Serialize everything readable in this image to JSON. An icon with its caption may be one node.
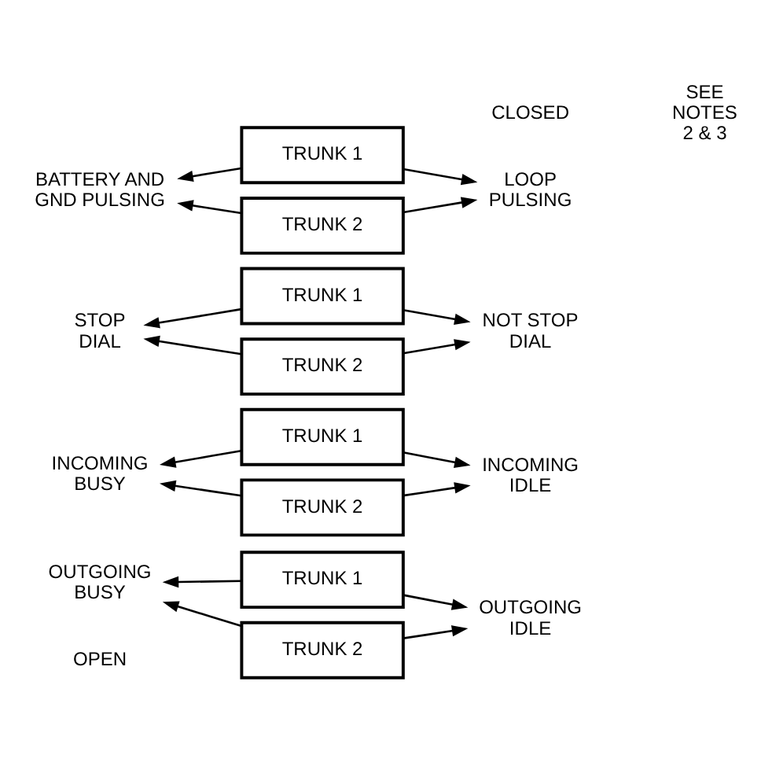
{
  "diagram": {
    "nodes": [
      {
        "text": [
          "OUTGOING BUSY"
        ]
      },
      {
        "text": [
          "TRUNK 1"
        ]
      },
      {
        "text": [
          "TRUNK 2"
        ]
      },
      {
        "text": [
          "OUTGOING IDLE"
        ]
      },
      {
        "text": [
          "INCOMING BUSY"
        ]
      },
      {
        "text": [
          "TRUNK 1"
        ]
      },
      {
        "text": [
          "TRUNK 2"
        ]
      },
      {
        "text": [
          "INCOMING IDLE"
        ]
      },
      {
        "text": [
          "STOP DIAL"
        ]
      },
      {
        "text": [
          "TRUNK 1"
        ]
      },
      {
        "text": [
          "TRUNK 2"
        ]
      },
      {
        "text": [
          "NOT STOP DIAL"
        ]
      },
      {
        "text": [
          "BATTERY AND GND PULSING"
        ]
      },
      {
        "text": [
          "TRUNK 1"
        ]
      },
      {
        "text": [
          "TRUNK 2"
        ]
      },
      {
        "text": [
          "LOOP PULSING"
        ]
      }
    ],
    "edges": [
      {
        "from": 1,
        "to": 0,
        "arrow": "to"
      },
      {
        "from": 1,
        "to": 3,
        "arrow": "to"
      },
      {
        "from": 2,
        "to": 0,
        "arrow": "to"
      },
      {
        "from": 2,
        "to": 3,
        "arrow": "to"
      },
      {
        "from": 5,
        "to": 4,
        "arrow": "to"
      },
      {
        "from": 5,
        "to": 7,
        "arrow": "to"
      },
      {
        "from": 6,
        "to": 4,
        "arrow": "to"
      },
      {
        "from": 6,
        "to": 7,
        "arrow": "to"
      },
      {
        "from": 9,
        "to": 8,
        "arrow": "to"
      },
      {
        "from": 9,
        "to": 11,
        "arrow": "to"
      },
      {
        "from": 10,
        "to": 8,
        "arrow": "to"
      },
      {
        "from": 10,
        "to": 11,
        "arrow": "to"
      },
      {
        "from": 13,
        "to": 12,
        "arrow": "to"
      },
      {
        "from": 13,
        "to": 15,
        "arrow": "to"
      },
      {
        "from": 14,
        "to": 12,
        "arrow": "to"
      },
      {
        "from": 14,
        "to": 15,
        "arrow": "to"
      }
    ],
    "labels": [
      "OPEN",
      "CLOSED",
      "SEE NOTES 2 & 3"
    ]
  }
}
